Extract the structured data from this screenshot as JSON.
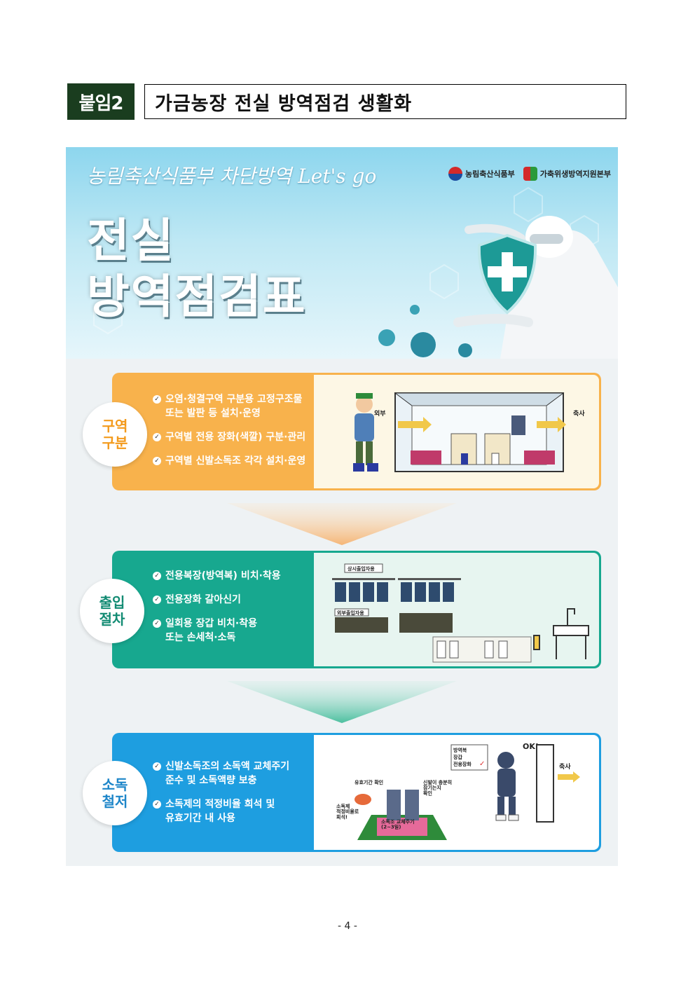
{
  "header": {
    "tag": "붙임2",
    "title": "가금농장 전실 방역점검 생활화"
  },
  "poster": {
    "slogan": "농림축산식품부 차단방역 Let's go",
    "logos": [
      "농림축산식품부",
      "가축위생방역지원본부"
    ],
    "title_line1": "전실",
    "title_line2": "방역점검표",
    "sections": [
      {
        "label_line1": "구역",
        "label_line2": "구분",
        "bullets": [
          "오염·청결구역 구분용 고정구조물\n또는 발판 등 설치·운영",
          "구역별 전용 장화(색깔) 구분·관리",
          "구역별 신발소독조 각각 설치·운영"
        ],
        "illus": {
          "outside": "외부",
          "barn": "축사"
        }
      },
      {
        "label_line1": "출입",
        "label_line2": "절차",
        "bullets": [
          "전용복장(방역복) 비치·착용",
          "전용장화 갈아신기",
          "일회용 장갑 비치·착용\n또는 손세척·소독"
        ],
        "illus": {
          "rack1": "상시출입자용",
          "rack2": "외부출입자용"
        }
      },
      {
        "label_line1": "소독",
        "label_line2": "철저",
        "bullets": [
          "신발소독조의 소독액 교체주기\n준수 및 소독액량 보충",
          "소독제의 적정비율 희석 및\n유효기간 내 사용"
        ],
        "illus": {
          "check1": "방역복",
          "check2": "장갑",
          "check3": "전용장화",
          "ok": "OK!",
          "barn": "축사",
          "expiry": "유효기간 확인",
          "shoe": "신발이 충분히\n잠기는지\n확인",
          "ratio": "소독제\n적정비율로\n희석!",
          "cycle": "소독조 교체주기\n(2~3일)"
        }
      }
    ]
  },
  "page_number": "- 4 -",
  "colors": {
    "tag": "#1a3d1f",
    "orange": "#f8b24c",
    "teal": "#17a88f",
    "blue": "#1e9ee0"
  }
}
